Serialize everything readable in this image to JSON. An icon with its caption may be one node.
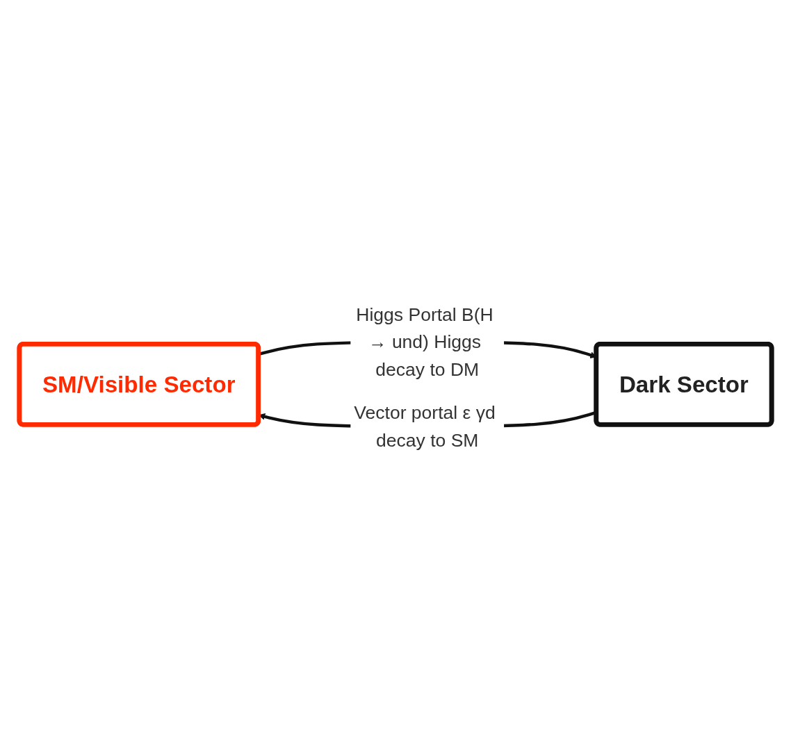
{
  "diagram": {
    "nodes": [
      {
        "text": [
          "SM/Visible Sector"
        ]
      },
      {
        "text": [
          "Dark Sector"
        ]
      }
    ],
    "edges": [
      {
        "from": 0,
        "to": 1,
        "arrow": "to",
        "label": "Higgs Portal B(H → und) Higgs decay to DM"
      },
      {
        "from": 1,
        "to": 0,
        "arrow": "to",
        "label": "Vector portal ε γd decay to SM"
      }
    ]
  }
}
